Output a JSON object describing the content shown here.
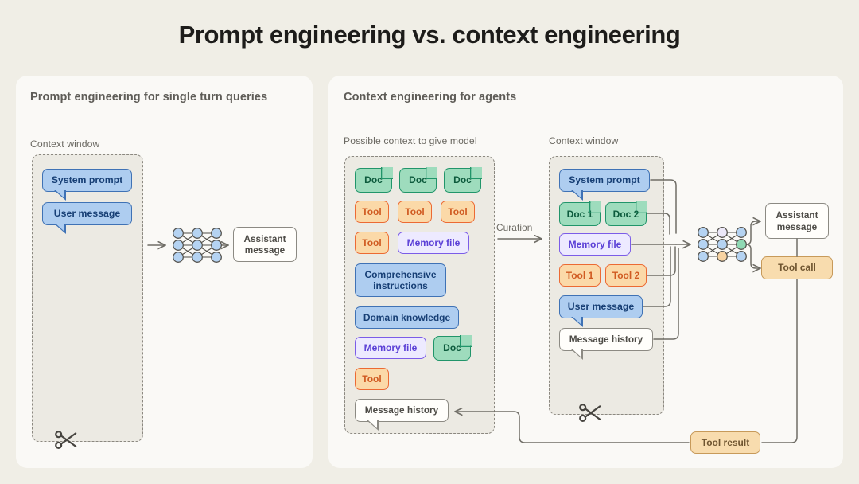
{
  "title": "Prompt engineering vs. context engineering",
  "theme": {
    "page_bg": "#f0eee6",
    "panel_bg": "#faf9f6",
    "ctx_bg": "#eceae3",
    "blue": "#aecdf0",
    "blue_border": "#3f72b5",
    "green": "#9edcbd",
    "green_border": "#21956a",
    "orange": "#fbd9a8",
    "orange_border": "#ec6a33",
    "purple": "#edeaff",
    "purple_border": "#7b5ce8",
    "line": "#6f6d66"
  },
  "left_panel": {
    "title": "Prompt engineering\nfor single turn queries",
    "context_window_label": "Context window",
    "cards": [
      {
        "label": "System prompt",
        "type": "blue-bubble"
      },
      {
        "label": "User message",
        "type": "blue-bubble"
      }
    ],
    "model_icon": "neural-network-icon",
    "output": {
      "label": "Assistant\nmessage",
      "type": "white"
    },
    "scissors_icon": "scissors-icon"
  },
  "right_panel": {
    "title": "Context engineering for agents",
    "possible_context_label": "Possible context to give model",
    "context_window_label": "Context window",
    "curation_label": "Curation",
    "possible_context_cards": [
      {
        "label": "Doc",
        "type": "doc"
      },
      {
        "label": "Doc",
        "type": "doc"
      },
      {
        "label": "Doc",
        "type": "doc"
      },
      {
        "label": "Tool",
        "type": "tool"
      },
      {
        "label": "Tool",
        "type": "tool"
      },
      {
        "label": "Tool",
        "type": "tool"
      },
      {
        "label": "Tool",
        "type": "tool"
      },
      {
        "label": "Memory file",
        "type": "memory"
      },
      {
        "label": "Comprehensive\ninstructions",
        "type": "blue"
      },
      {
        "label": "Domain knowledge",
        "type": "blue"
      },
      {
        "label": "Memory file",
        "type": "memory"
      },
      {
        "label": "Doc",
        "type": "doc"
      },
      {
        "label": "Tool",
        "type": "tool"
      },
      {
        "label": "Message history",
        "type": "white-bubble"
      }
    ],
    "context_window_cards": [
      {
        "label": "System prompt",
        "type": "blue-bubble"
      },
      {
        "label": "Doc 1",
        "type": "doc"
      },
      {
        "label": "Doc 2",
        "type": "doc"
      },
      {
        "label": "Memory file",
        "type": "memory"
      },
      {
        "label": "Tool 1",
        "type": "tool"
      },
      {
        "label": "Tool 2",
        "type": "tool"
      },
      {
        "label": "User message",
        "type": "blue-bubble"
      },
      {
        "label": "Message history",
        "type": "white-bubble"
      }
    ],
    "model_icon": "neural-network-icon",
    "outputs": [
      {
        "label": "Assistant\nmessage",
        "type": "white"
      },
      {
        "label": "Tool call",
        "type": "toolcall"
      }
    ],
    "tool_result": {
      "label": "Tool result",
      "type": "toolcall"
    },
    "scissors_icon": "scissors-icon"
  }
}
